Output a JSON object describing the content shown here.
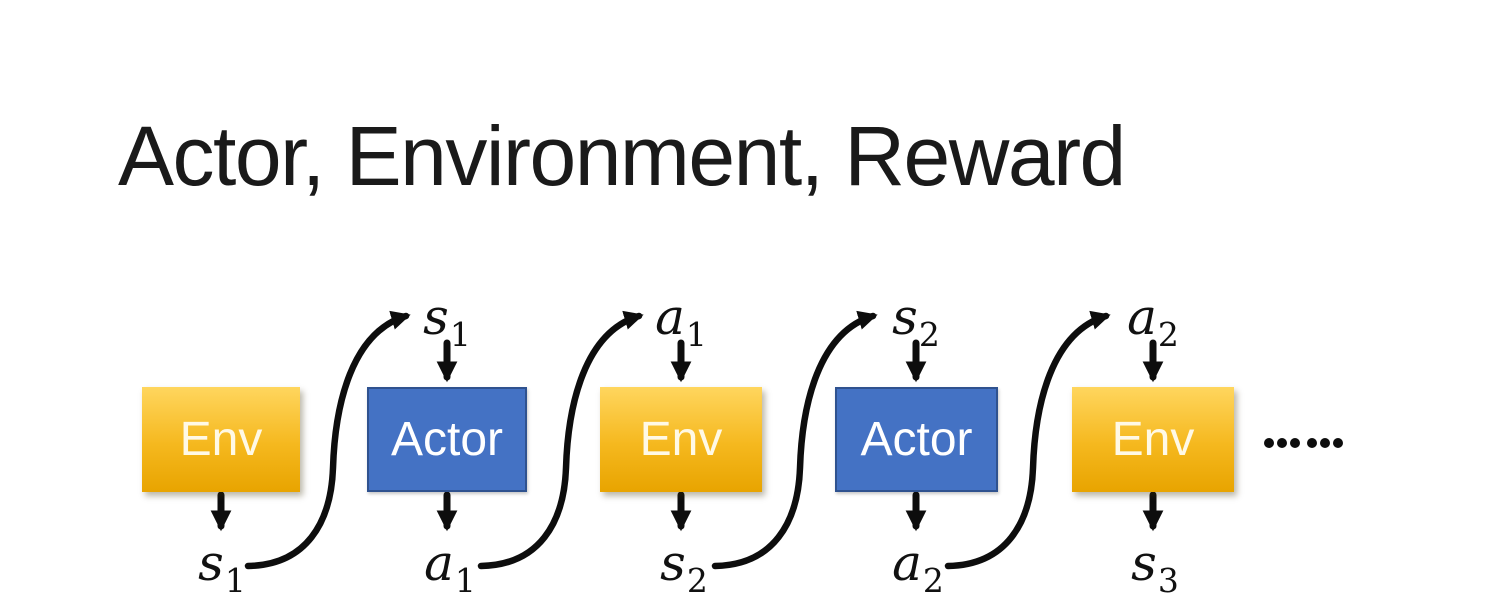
{
  "slide": {
    "title": "Actor, Environment, Reward"
  },
  "colors": {
    "background": "#FFFFFF",
    "title": "#1A1A1A",
    "env_grad_top": "#FFD65E",
    "env_grad_mid": "#F5B81E",
    "env_grad_bottom": "#E8A400",
    "env_text": "#FFF9E6",
    "actor_fill": "#4472C4",
    "actor_border": "#2F528F",
    "actor_text": "#FFFFFF",
    "arrow": "#0D0D0D"
  },
  "diagram": {
    "boxes": [
      {
        "label": "Env",
        "type": "env"
      },
      {
        "label": "Actor",
        "type": "actor"
      },
      {
        "label": "Env",
        "type": "env"
      },
      {
        "label": "Actor",
        "type": "actor"
      },
      {
        "label": "Env",
        "type": "env"
      }
    ],
    "top_labels": [
      {
        "main": "s",
        "sub": "1"
      },
      {
        "main": "a",
        "sub": "1"
      },
      {
        "main": "s",
        "sub": "2"
      },
      {
        "main": "a",
        "sub": "2"
      }
    ],
    "bottom_labels": [
      {
        "main": "s",
        "sub": "1"
      },
      {
        "main": "a",
        "sub": "1"
      },
      {
        "main": "s",
        "sub": "2"
      },
      {
        "main": "a",
        "sub": "2"
      },
      {
        "main": "s",
        "sub": "3"
      }
    ],
    "ellipsis_text": "……",
    "ellipsis_dot_count": 6
  }
}
